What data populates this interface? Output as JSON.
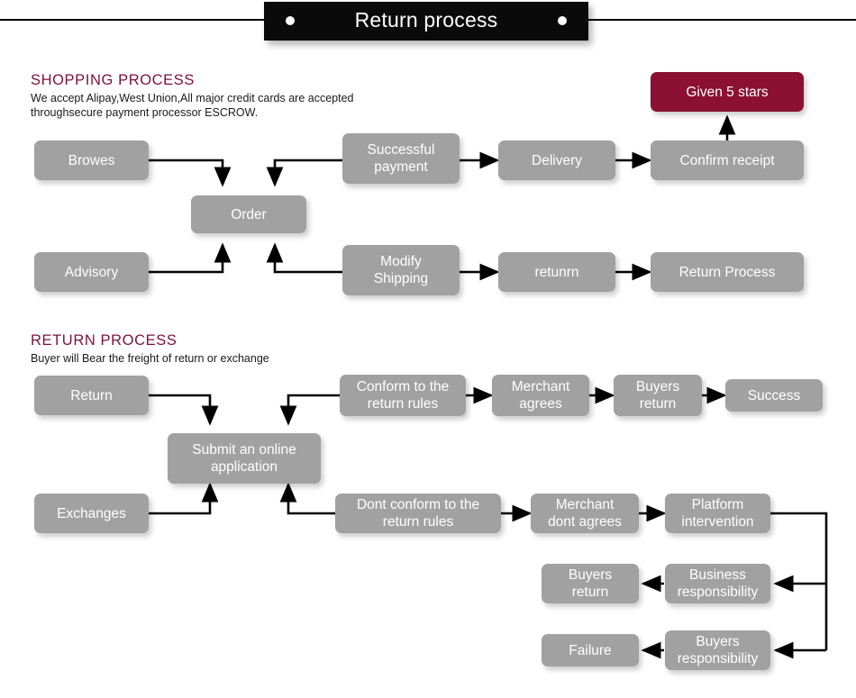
{
  "banner": {
    "title": "Return process",
    "dot_left": "bullet-dot",
    "dot_right": "bullet-dot"
  },
  "sections": [
    {
      "id": "shopping",
      "title": "SHOPPING PROCESS",
      "subtitle": "We accept Alipay,West Union,All major credit cards are accepted\nthroughsecure payment processor ESCROW."
    },
    {
      "id": "return",
      "title": "RETURN PROCESS",
      "subtitle": "Buyer will Bear the freight of return or exchange"
    }
  ],
  "colors": {
    "node_gray": "#a1a1a1",
    "accent_red": "#8b1032",
    "heading_maroon": "#7d1236",
    "banner_black": "#0a0a0a",
    "node_text": "#ffffff"
  },
  "shopping_nodes": [
    {
      "id": "browes",
      "label": "Browes"
    },
    {
      "id": "order",
      "label": "Order"
    },
    {
      "id": "successful-payment",
      "label": "Successful\npayment"
    },
    {
      "id": "delivery",
      "label": "Delivery"
    },
    {
      "id": "confirm-receipt",
      "label": "Confirm receipt"
    },
    {
      "id": "given-5-stars",
      "label": "Given 5 stars"
    },
    {
      "id": "advisory",
      "label": "Advisory"
    },
    {
      "id": "modify-shipping",
      "label": "Modify\nShipping"
    },
    {
      "id": "retunrn",
      "label": "retunrn"
    },
    {
      "id": "return-process",
      "label": "Return Process"
    }
  ],
  "return_nodes": [
    {
      "id": "return",
      "label": "Return"
    },
    {
      "id": "submit-online-application",
      "label": "Submit an online\napplication"
    },
    {
      "id": "conform-return-rules",
      "label": "Conform to the\nreturn rules"
    },
    {
      "id": "merchant-agrees",
      "label": "Merchant\nagrees"
    },
    {
      "id": "buyers-return-top",
      "label": "Buyers\nreturn"
    },
    {
      "id": "success",
      "label": "Success"
    },
    {
      "id": "exchanges",
      "label": "Exchanges"
    },
    {
      "id": "dont-conform-return-rules",
      "label": "Dont conform to the\nreturn rules"
    },
    {
      "id": "merchant-dont-agrees",
      "label": "Merchant\ndont agrees"
    },
    {
      "id": "platform-intervention",
      "label": "Platform\nintervention"
    },
    {
      "id": "business-responsibility",
      "label": "Business\nresponsibility"
    },
    {
      "id": "buyers-return-mid",
      "label": "Buyers\nreturn"
    },
    {
      "id": "buyers-responsibility",
      "label": "Buyers\nresponsibility"
    },
    {
      "id": "failure",
      "label": "Failure"
    }
  ]
}
